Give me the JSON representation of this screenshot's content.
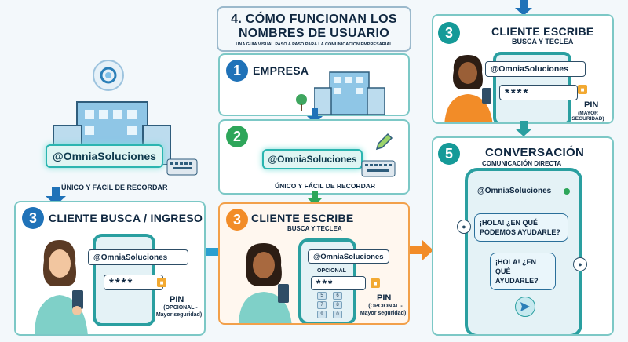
{
  "header": {
    "title_line1": "4. CÓMO FUNCIONAN LOS",
    "title_line2": "NOMBRES DE USUARIO",
    "subtitle": "UNA GUÍA VISUAL PASO A PASO PARA LA COMUNICACIÓN EMPRESARIAL"
  },
  "username": "@OmniaSoluciones",
  "left": {
    "tagline": "ÚNICO Y FÁCIL DE RECORDAR",
    "step_number": "3",
    "step_title": "CLIENTE BUSCA / INGRESO",
    "pin_mask": "****",
    "pin_label": "PIN",
    "pin_note_line1": "(OPCIONAL -",
    "pin_note_line2": "Mayor seguridad)"
  },
  "middle": {
    "step1_number": "1",
    "step1_title": "EMPRESA",
    "step2_number": "2",
    "tagline": "ÚNICO Y FÁCIL DE RECORDAR",
    "step3_number": "3",
    "step3_title": "CLIENTE ESCRIBE",
    "step3_sub": "BUSCA Y TECLEA",
    "optional_label": "OPCIONAL",
    "pin_mask": "***",
    "pin_label": "PIN",
    "pin_note_line1": "(OPCIONAL -",
    "pin_note_line2": "Mayor seguridad)",
    "keypad": [
      "5",
      "6",
      "7",
      "8",
      "9",
      "0"
    ]
  },
  "right": {
    "step3_number": "3",
    "step3_title": "CLIENTE ESCRIBE",
    "step3_sub": "BUSCA Y TECLEA",
    "pin_mask": "****",
    "pin_label": "PIN",
    "pin_note": "(MAYOR SEGURIDAD)",
    "step5_number": "5",
    "step5_title": "CONVERSACIÓN",
    "step5_sub": "COMUNICACIÓN DIRECTA",
    "msg1": "¡HOLA! ¿EN QUÉ PODEMOS AYUDARLE?",
    "msg2": "¡HOLA! ¿EN QUÉ AYUDARLE?"
  },
  "colors": {
    "teal": "#2bb5b0",
    "orange": "#f28c28",
    "blue": "#1f72b8",
    "green": "#2ea65a"
  }
}
